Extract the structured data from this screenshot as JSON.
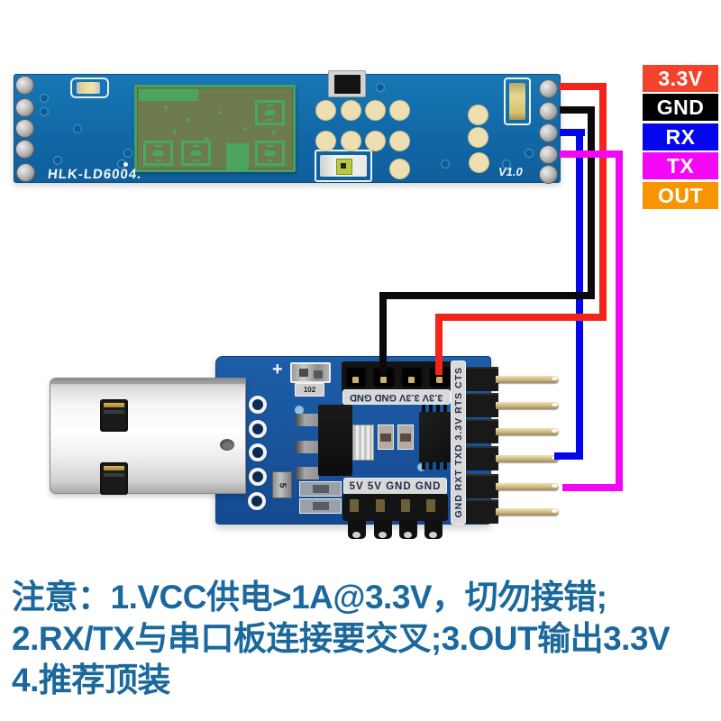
{
  "radar_module": {
    "silkscreen_name": "HLK-LD6004.",
    "version": "V1.0"
  },
  "signal_labels": [
    {
      "signal": "3.3V",
      "text": "3.3V",
      "color": "#f4432c"
    },
    {
      "signal": "GND",
      "text": "GND",
      "color": "#000000"
    },
    {
      "signal": "RX",
      "text": "RX",
      "color": "#0606ee"
    },
    {
      "signal": "TX",
      "text": "TX",
      "color": "#f407f4"
    },
    {
      "signal": "OUT",
      "text": "OUT",
      "color": "#f79400"
    }
  ],
  "wires": {
    "red_3v3": "#f2241c",
    "black_gnd": "#0a0a0a",
    "blue_rx": "#0505ec",
    "magenta_tx": "#f207f2"
  },
  "serial_module": {
    "plus_mark": "+",
    "fuse_marking": "102",
    "diode_marking": "5",
    "top_header_label": "3.3V 3.3V GND GND",
    "bottom_header_label": "5V 5V GND GND",
    "side_header_label": "GND RXT TXD 3.3V RTS CTS"
  },
  "notes": {
    "line1": "注意：1.VCC供电>1A@3.3V，切勿接错;",
    "line2": "2.RX/TX与串口板连接要交叉;3.OUT输出3.3V",
    "line3": "4.推荐顶装",
    "text_color": "#1b689c"
  },
  "colors": {
    "pcb_radar": "#1371ae",
    "pcb_serial": "#1b58a1",
    "antenna_green": "#46a25e",
    "pad_gold": "#eedfb2"
  }
}
